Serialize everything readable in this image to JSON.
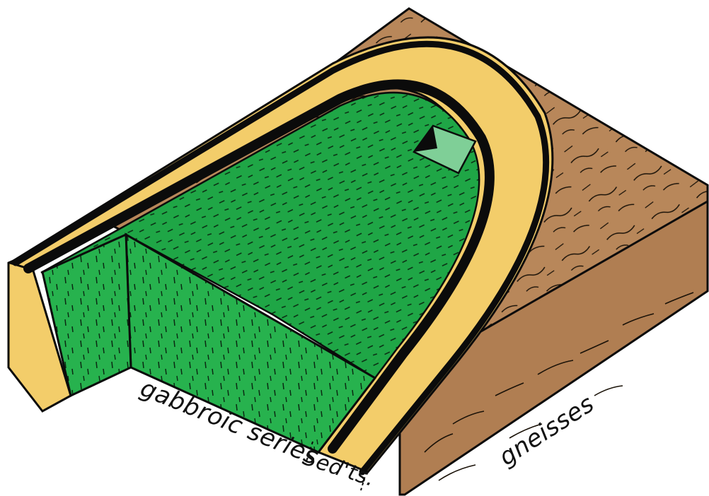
{
  "labels": {
    "gabbro": "gabbroic series",
    "sediments": "Sed'ts.",
    "gneiss": "gneisses"
  },
  "colors": {
    "gneiss": "#b8875a",
    "gneiss_dark": "#a57548",
    "sediment": "#f3cd6a",
    "gabbro": "#1fa646",
    "gabbro_side": "#27b24e",
    "ink": "#0b0b0b"
  }
}
